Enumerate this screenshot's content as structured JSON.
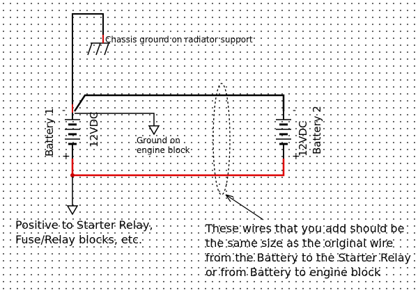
{
  "labels": {
    "chassis_ground": "Chassis ground on radiator support",
    "engine_ground": "Ground on\nengine block",
    "battery1_name": "Battery 1",
    "battery1_voltage": "12VDC",
    "battery2_name": "Battery 2",
    "battery2_voltage": "12VDC",
    "minus": "-",
    "plus": "+",
    "positive_note": "Positive to Starter Relay,\nFuse/Relay blocks, etc.",
    "wire_note": "These wires that you add should be\nthe same size as the original wire\nfrom the Battery to the Starter Relay\nor from Battery to engine block"
  },
  "colors": {
    "wire": "#000000",
    "positive_wire": "#dd0000",
    "pin": "#cc0000",
    "background": "#ffffff"
  }
}
